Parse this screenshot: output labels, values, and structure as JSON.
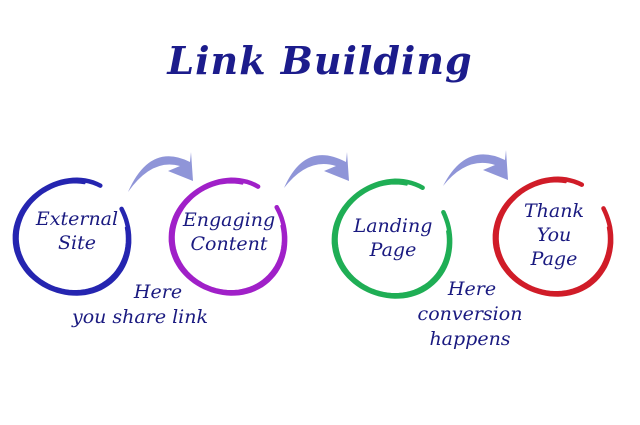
{
  "title": {
    "text": "Link Building",
    "color": "#1c1c8c"
  },
  "nodes": [
    {
      "lines": [
        "External",
        "Site"
      ],
      "color": "#2525b0",
      "text_color": "#1a1a80"
    },
    {
      "lines": [
        "Engaging",
        "Content"
      ],
      "color": "#a020c8",
      "text_color": "#1a1a80"
    },
    {
      "lines": [
        "Landing",
        "Page"
      ],
      "color": "#1fae55",
      "text_color": "#1a1a80"
    },
    {
      "lines": [
        "Thank",
        "You",
        "Page"
      ],
      "color": "#d01c28",
      "text_color": "#1a1a80"
    }
  ],
  "arrows": {
    "color": "#8f95d8"
  },
  "notes": [
    {
      "lines": [
        "Here",
        "you share link"
      ]
    },
    {
      "lines": [
        "Here",
        "conversion",
        "happens"
      ]
    }
  ]
}
